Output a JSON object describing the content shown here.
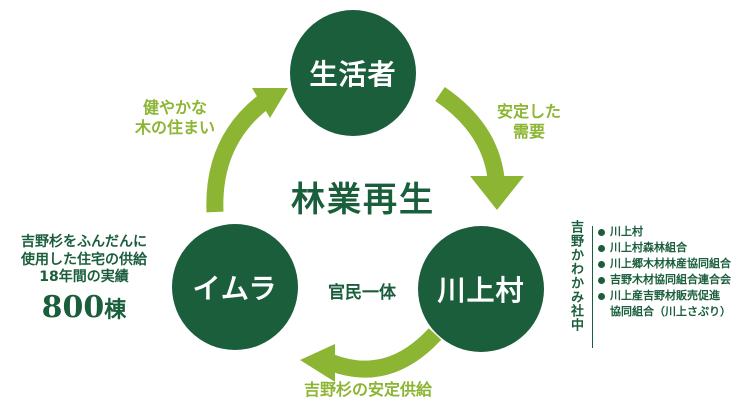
{
  "nodes": {
    "seikatsusha": "生活者",
    "kawakami": "川上村",
    "imura": "イムラ"
  },
  "center_title": "林業再生",
  "edges": {
    "top_left": [
      "健やかな",
      "木の住まい"
    ],
    "top_right": [
      "安定した",
      "需要"
    ],
    "bottom": "吉野杉の安定供給",
    "middle": "官民一体"
  },
  "left_stats": {
    "lines": [
      "吉野杉をふんだんに",
      "使用した住宅の供給",
      "18年間の実績"
    ],
    "count": "800",
    "unit": "棟"
  },
  "group": {
    "label": "吉野かわかみ社中",
    "members": [
      "川上村",
      "川上村森林組合",
      "川上郷木材林産協同組合",
      "吉野木材協同組合連合会",
      "川上産吉野材販売促進"
    ],
    "member_last_line2": "協同組合（川上さぷり）"
  },
  "colors": {
    "circle": "#1a5e3c",
    "arrow": "#8db534",
    "text_dark": "#1a5e3c"
  }
}
